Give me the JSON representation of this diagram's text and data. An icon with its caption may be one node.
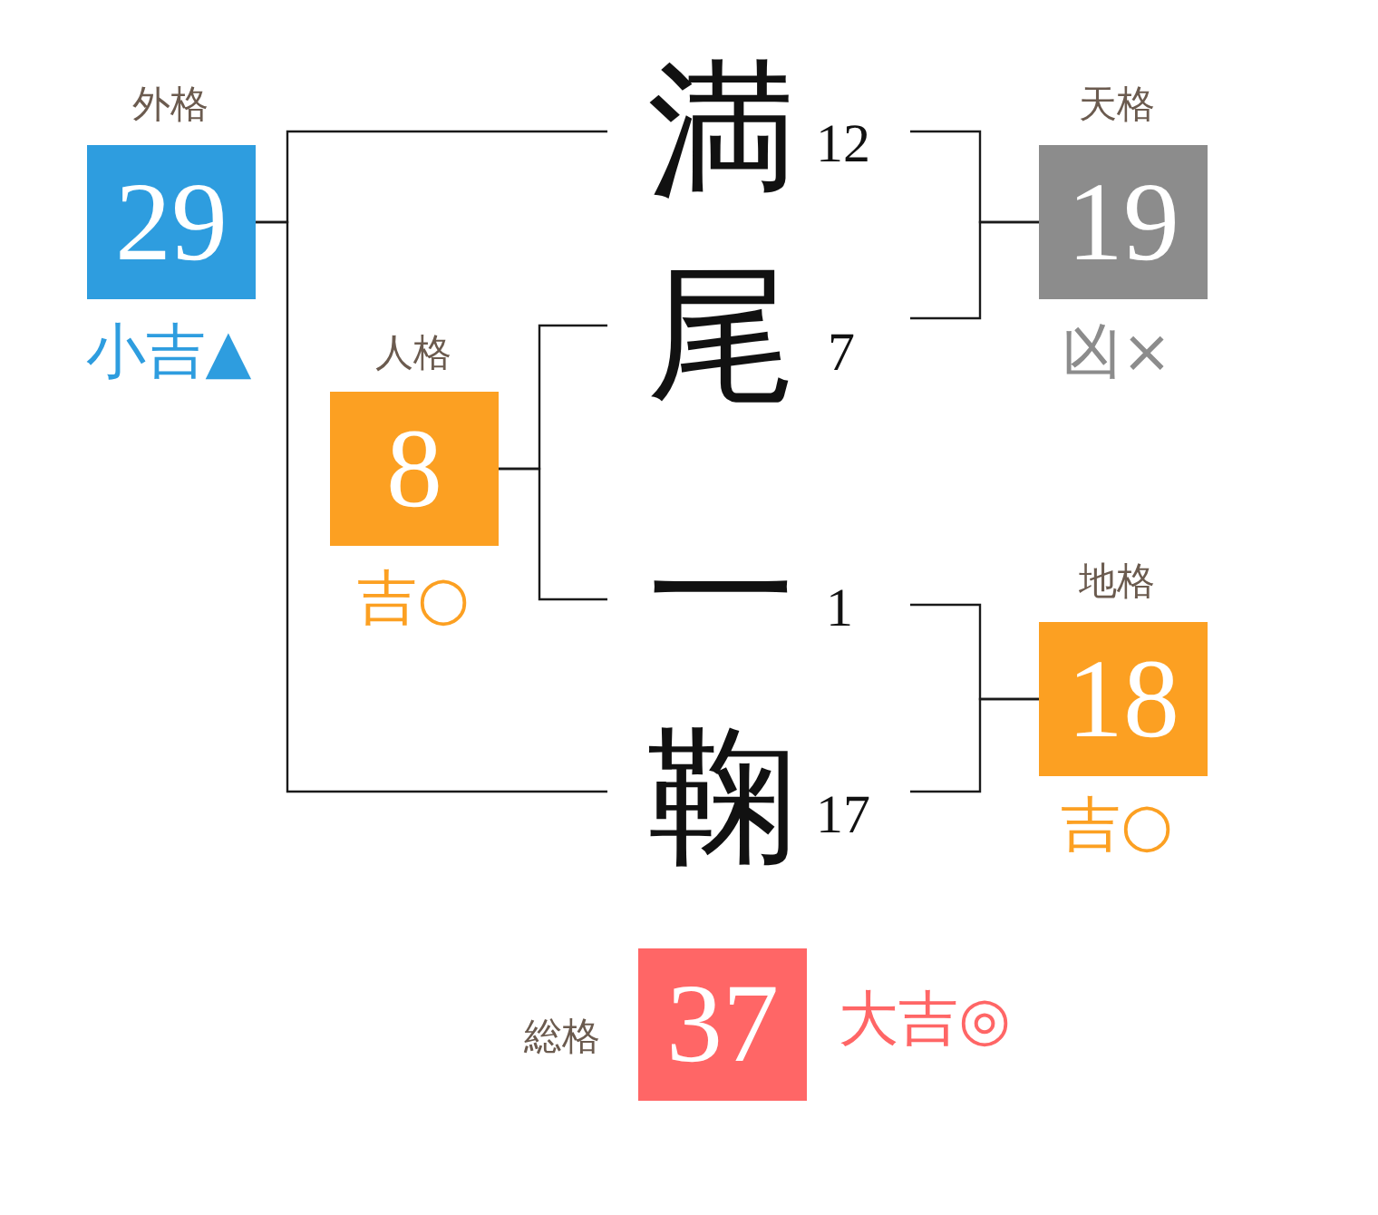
{
  "diagram": {
    "nodes": [
      {
        "text": [
          "外格",
          "29"
        ],
        "beside": [
          "小吉▲"
        ]
      },
      {
        "text": [
          "人格",
          "8"
        ],
        "beside": [
          "吉○"
        ]
      },
      {
        "text": [
          "満"
        ],
        "beside": [
          "12"
        ]
      },
      {
        "text": [
          "尾"
        ],
        "beside": [
          "7"
        ]
      },
      {
        "text": [
          "一"
        ],
        "beside": [
          "1"
        ]
      },
      {
        "text": [
          "鞠"
        ],
        "beside": [
          "17"
        ]
      },
      {
        "text": [
          "天格",
          "19"
        ],
        "beside": [
          "凶×"
        ]
      },
      {
        "text": [
          "地格",
          "18"
        ],
        "beside": [
          "吉○"
        ]
      },
      {
        "text": [
          "総格",
          "37"
        ],
        "beside": [
          "大吉◎"
        ]
      }
    ],
    "edges": [
      {
        "from": 0,
        "to": 2,
        "arrow": "none"
      },
      {
        "from": 0,
        "to": 5,
        "arrow": "none"
      },
      {
        "from": 1,
        "to": 3,
        "arrow": "none"
      },
      {
        "from": 1,
        "to": 4,
        "arrow": "none"
      },
      {
        "from": 6,
        "to": 2,
        "arrow": "none"
      },
      {
        "from": 6,
        "to": 3,
        "arrow": "none"
      },
      {
        "from": 7,
        "to": 4,
        "arrow": "none"
      },
      {
        "from": 7,
        "to": 5,
        "arrow": "none"
      }
    ]
  }
}
